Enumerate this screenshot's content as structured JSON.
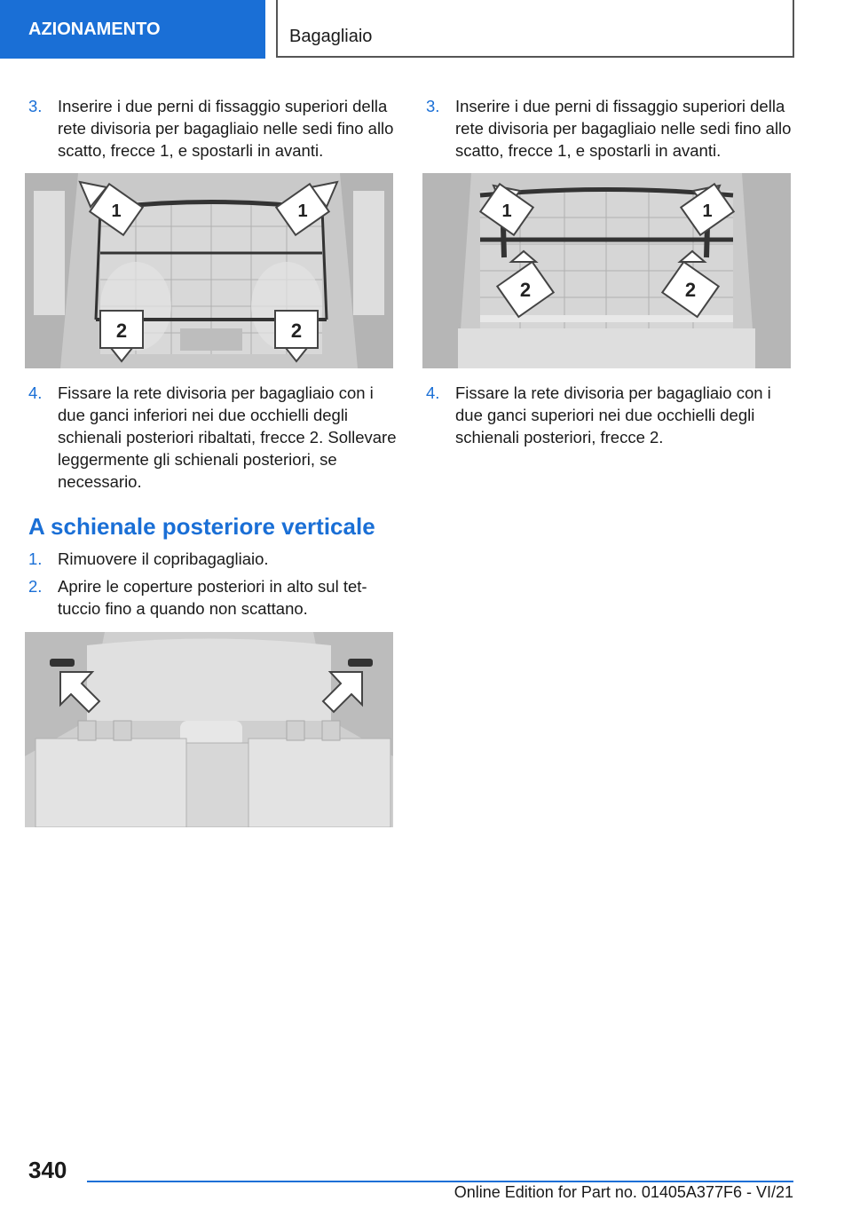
{
  "header": {
    "section": "AZIONAMENTO",
    "chapter": "Bagagliaio"
  },
  "left": {
    "step3": {
      "num": "3.",
      "text": "Inserire i due perni di fissaggio superiori della rete divisoria per bagagliaio nelle sedi fino allo scatto, frecce 1, e spostarli in avanti."
    },
    "fig1_labels": [
      "1",
      "1",
      "2",
      "2"
    ],
    "step4": {
      "num": "4.",
      "text": "Fissare la rete divisoria per bagagliaio con i due ganci inferiori nei due occhielli degli schienali posteriori ribaltati, frecce 2. Solle­vare leggermente gli schienali posteriori, se necessario."
    },
    "section_title": "A schienale posteriore verticale",
    "step1": {
      "num": "1.",
      "text": "Rimuovere il copribagagliaio."
    },
    "step2": {
      "num": "2.",
      "text": "Aprire le coperture posteriori in alto sul tet­tuccio fino a quando non scattano."
    }
  },
  "right": {
    "step3": {
      "num": "3.",
      "text": "Inserire i due perni di fissaggio superiori della rete divisoria per bagagliaio nelle sedi fino allo scatto, frecce 1, e spostarli in avanti."
    },
    "fig2_labels": [
      "1",
      "1",
      "2",
      "2"
    ],
    "step4": {
      "num": "4.",
      "text": "Fissare la rete divisoria per bagagliaio con i due ganci superiori nei due occhielli degli schienali posteriori, frecce 2."
    }
  },
  "footer": {
    "page_number": "340",
    "edition": "Online Edition for Part no. 01405A377F6 - VI/21"
  },
  "colors": {
    "accent": "#1a6fd6",
    "text": "#1a1a1a"
  }
}
